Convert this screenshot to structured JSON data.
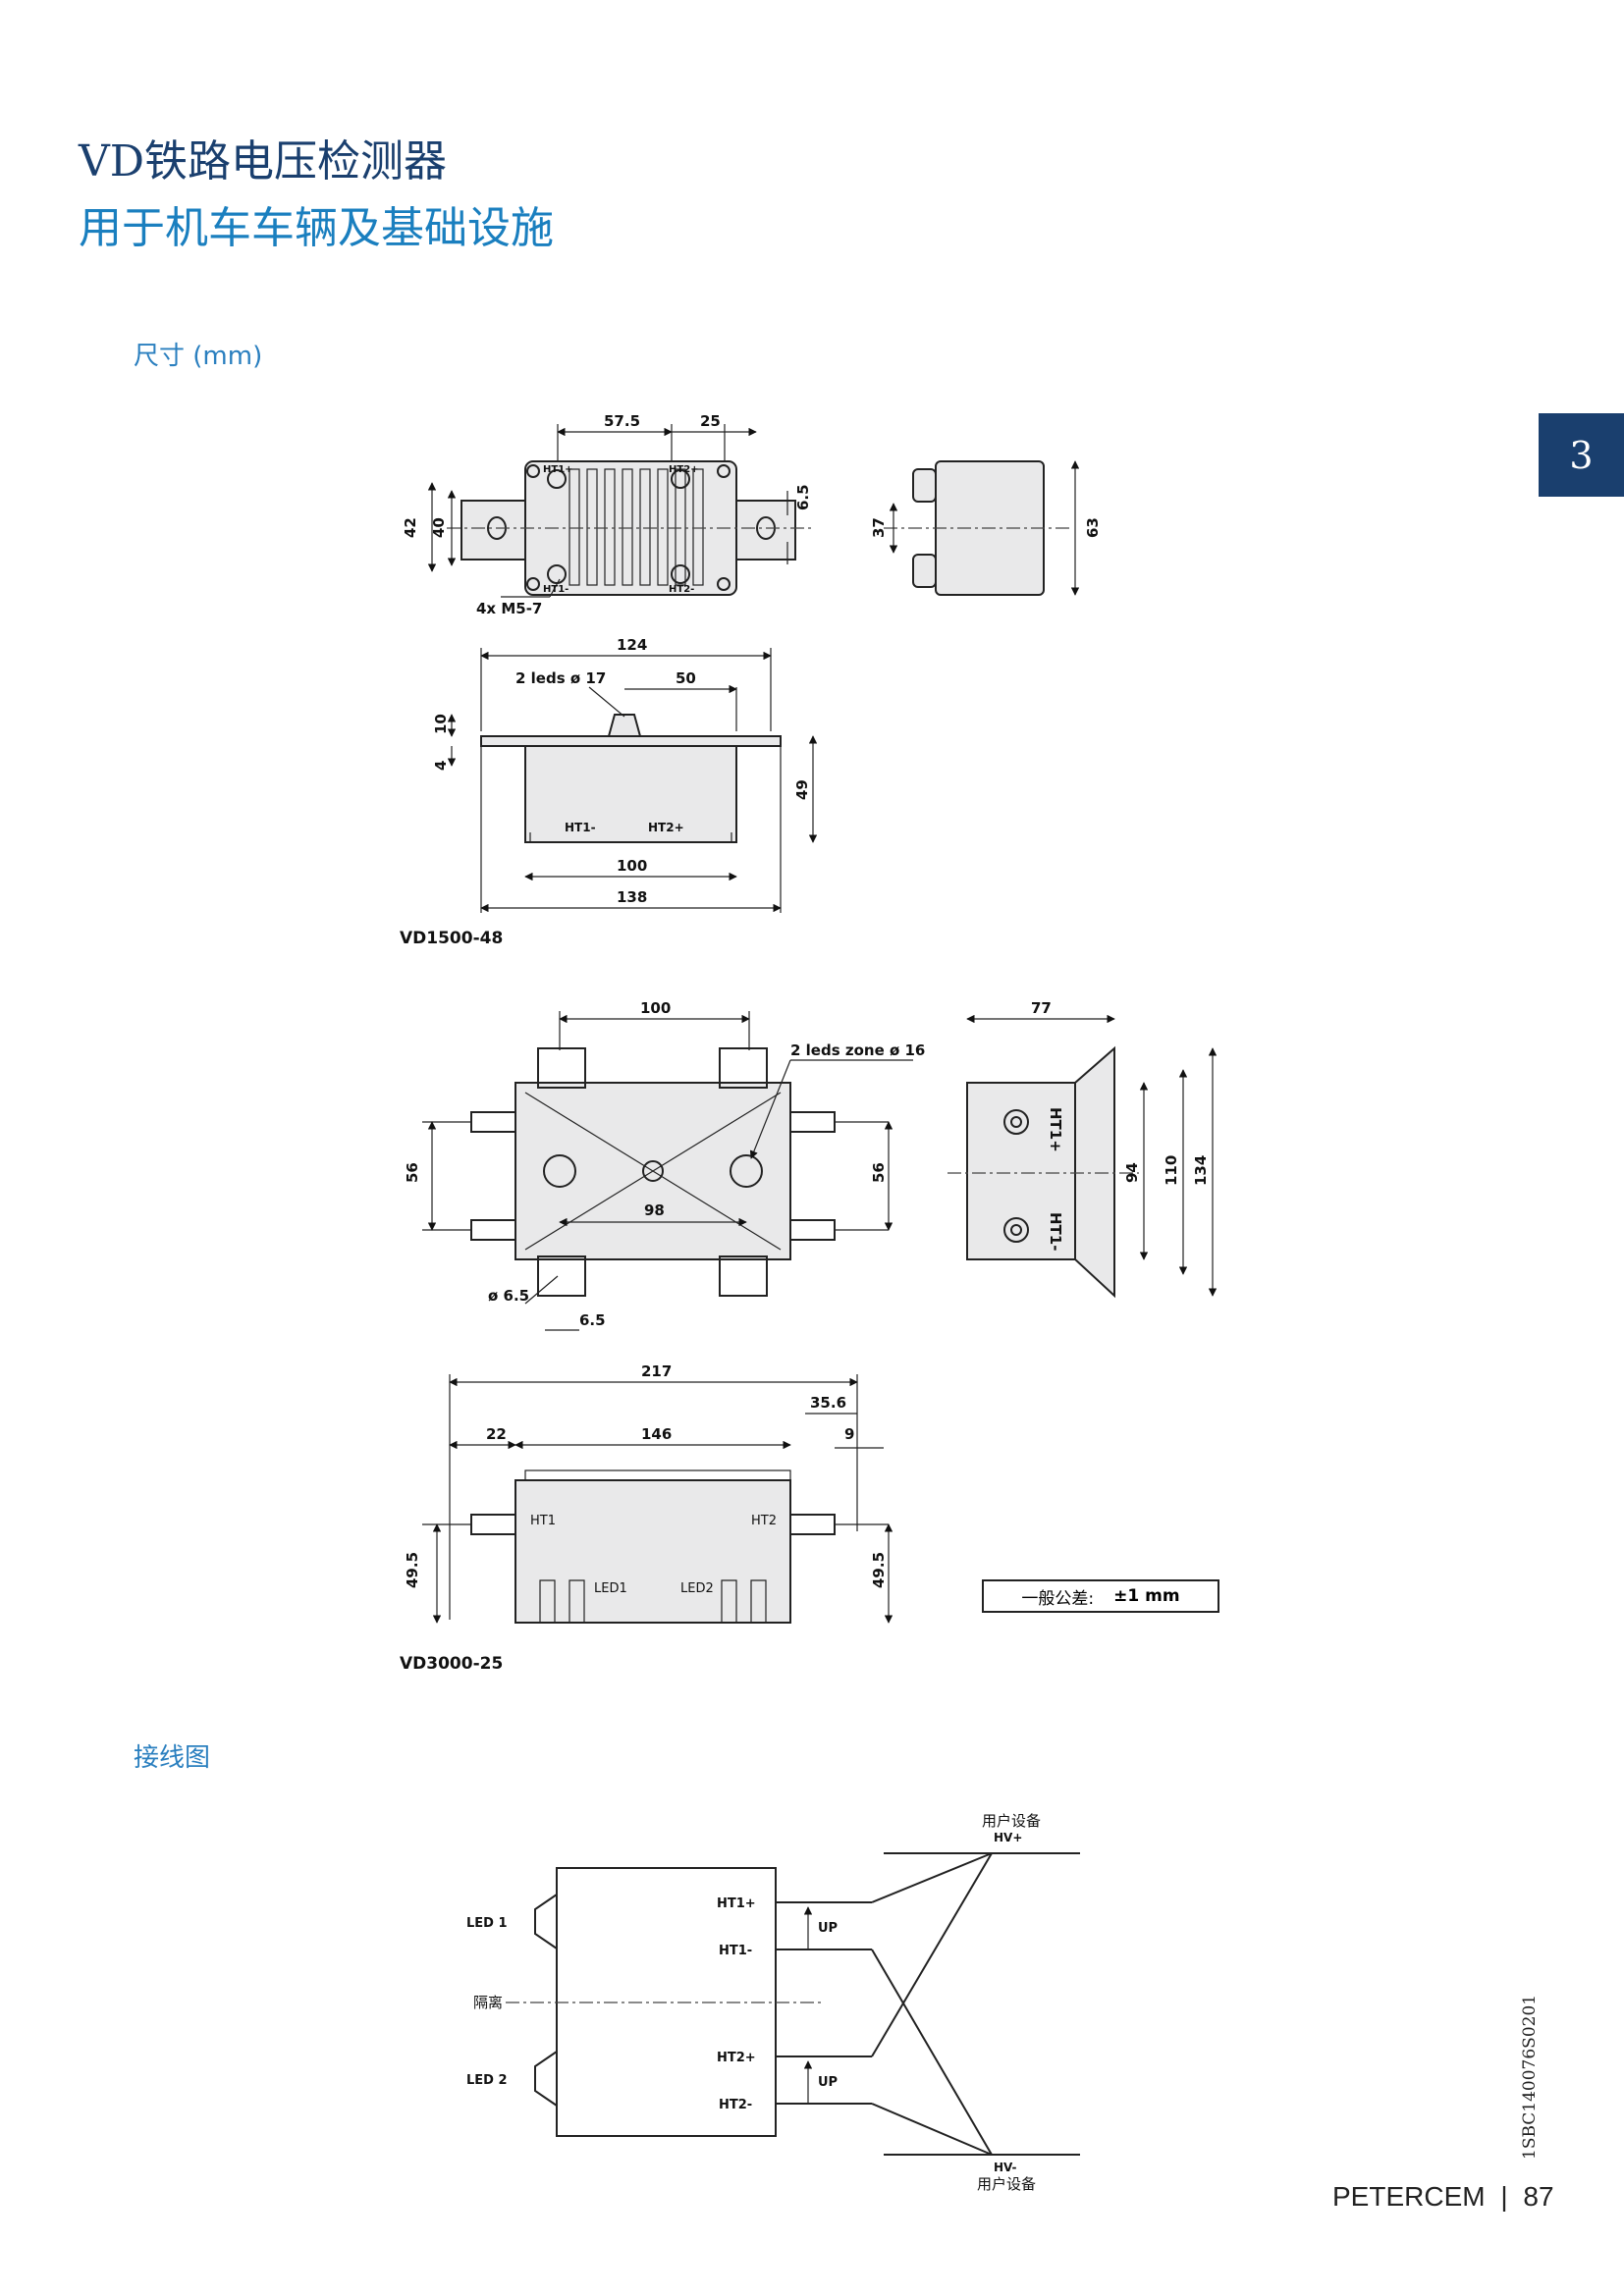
{
  "header": {
    "title": "VD铁路电压检测器",
    "subtitle": "用于机车车辆及基础设施"
  },
  "tab": {
    "number": "3"
  },
  "sections": {
    "dimensions": "尺寸 (mm)",
    "wiring": "接线图"
  },
  "drawing1": {
    "model": "VD1500-48",
    "dims": {
      "d57_5": "57.5",
      "d25": "25",
      "d42": "42",
      "d40": "40",
      "d6_5": "6.5",
      "d37": "37",
      "d63": "63",
      "d124": "124",
      "d50": "50",
      "d10": "10",
      "d4": "4",
      "d49": "49",
      "d100": "100",
      "d138": "138"
    },
    "labels": {
      "screws": "4x M5-7",
      "leds": "2 leds ø 17",
      "ht1p": "HT1+",
      "ht2p": "HT2+",
      "ht1m": "HT1-",
      "ht2m": "HT2-",
      "bottom_ht1": "HT1-",
      "bottom_ht2": "HT2+"
    }
  },
  "drawing2": {
    "model": "VD3000-25",
    "dims": {
      "d100": "100",
      "d77": "77",
      "d56a": "56",
      "d56b": "56",
      "d98": "98",
      "d94": "94",
      "d110": "110",
      "d134": "134",
      "d6_5": "6.5",
      "dhole": "ø 6.5",
      "d217": "217",
      "d35_6": "35.6",
      "d22": "22",
      "d146": "146",
      "d9": "9",
      "d49_5a": "49.5",
      "d49_5b": "49.5"
    },
    "labels": {
      "leds": "2 leds zone ø 16",
      "ht1": "HT1",
      "ht2": "HT2",
      "led1": "LED1",
      "led2": "LED2",
      "side_ht1p": "HT1+",
      "side_ht1m": "HT1-"
    }
  },
  "tolerance": {
    "label": "一般公差:",
    "value": "±1 mm"
  },
  "wiring": {
    "user_top": "用户设备",
    "hv_plus": "HV+",
    "user_bottom": "用户设备",
    "hv_minus": "HV-",
    "led1": "LED 1",
    "led2": "LED 2",
    "isolation": "隔离",
    "ht1p": "HT1+",
    "ht1m": "HT1-",
    "ht2p": "HT2+",
    "ht2m": "HT2-",
    "up1": "UP",
    "up2": "UP"
  },
  "doc_code": "1SBC140076S0201",
  "footer": {
    "brand": "PETERCEM",
    "page": "87"
  },
  "colors": {
    "title_dark": "#1a3f6e",
    "title_light": "#1a7fbf",
    "tab_bg": "#1a3f6e"
  }
}
